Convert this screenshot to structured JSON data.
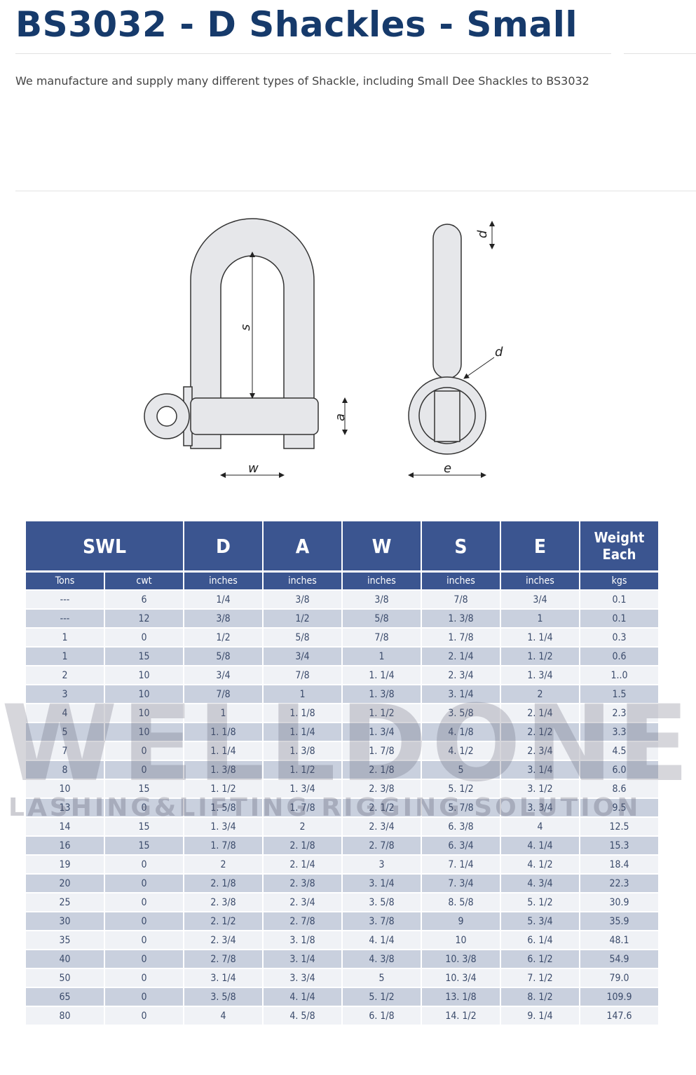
{
  "title": "BS3032 - D Shackles - Small",
  "subtitle": "We manufacture and supply many different types of Shackle, including Small Dee Shackles to BS3032",
  "diagram": {
    "labels": {
      "s": "s",
      "a": "a",
      "w": "w",
      "d_top": "d",
      "d_side": "d",
      "e": "e"
    }
  },
  "watermark": {
    "brand": "WELLDONE",
    "tagline": "LASHING&LIFTING RIGGING SOLUTION"
  },
  "colors": {
    "title": "#163a6b",
    "header": "#3b5590",
    "row_light": "#f0f2f6",
    "row_dark": "#c9d0de"
  },
  "table": {
    "headers": [
      "SWL",
      "D",
      "A",
      "W",
      "S",
      "E",
      "Weight Each"
    ],
    "units": [
      "Tons",
      "cwt",
      "inches",
      "inches",
      "inches",
      "inches",
      "inches",
      "kgs"
    ],
    "rows": [
      [
        "---",
        "6",
        "1/4",
        "3/8",
        "3/8",
        "7/8",
        "3/4",
        "0.1"
      ],
      [
        "---",
        "12",
        "3/8",
        "1/2",
        "5/8",
        "1. 3/8",
        "1",
        "0.1"
      ],
      [
        "1",
        "0",
        "1/2",
        "5/8",
        "7/8",
        "1. 7/8",
        "1. 1/4",
        "0.3"
      ],
      [
        "1",
        "15",
        "5/8",
        "3/4",
        "1",
        "2. 1/4",
        "1. 1/2",
        "0.6"
      ],
      [
        "2",
        "10",
        "3/4",
        "7/8",
        "1. 1/4",
        "2. 3/4",
        "1. 3/4",
        "1..0"
      ],
      [
        "3",
        "10",
        "7/8",
        "1",
        "1. 3/8",
        "3. 1/4",
        "2",
        "1.5"
      ],
      [
        "4",
        "10",
        "1",
        "1. 1/8",
        "1. 1/2",
        "3. 5/8",
        "2. 1/4",
        "2.3"
      ],
      [
        "5",
        "10",
        "1. 1/8",
        "1. 1/4",
        "1. 3/4",
        "4. 1/8",
        "2. 1/2",
        "3.3"
      ],
      [
        "7",
        "0",
        "1. 1/4",
        "1. 3/8",
        "1. 7/8",
        "4. 1/2",
        "2. 3/4",
        "4.5"
      ],
      [
        "8",
        "0",
        "1. 3/8",
        "1. 1/2",
        "2. 1/8",
        "5",
        "3. 1/4",
        "6.0"
      ],
      [
        "10",
        "15",
        "1. 1/2",
        "1. 3/4",
        "2. 3/8",
        "5. 1/2",
        "3. 1/2",
        "8.6"
      ],
      [
        "13",
        "0",
        "1. 5/8",
        "1. 7/8",
        "2. 1/2",
        "5. 7/8",
        "3. 3/4",
        "9.5"
      ],
      [
        "14",
        "15",
        "1. 3/4",
        "2",
        "2. 3/4",
        "6. 3/8",
        "4",
        "12.5"
      ],
      [
        "16",
        "15",
        "1. 7/8",
        "2. 1/8",
        "2. 7/8",
        "6. 3/4",
        "4. 1/4",
        "15.3"
      ],
      [
        "19",
        "0",
        "2",
        "2. 1/4",
        "3",
        "7. 1/4",
        "4. 1/2",
        "18.4"
      ],
      [
        "20",
        "0",
        "2. 1/8",
        "2. 3/8",
        "3. 1/4",
        "7. 3/4",
        "4. 3/4",
        "22.3"
      ],
      [
        "25",
        "0",
        "2. 3/8",
        "2. 3/4",
        "3. 5/8",
        "8. 5/8",
        "5. 1/2",
        "30.9"
      ],
      [
        "30",
        "0",
        "2. 1/2",
        "2. 7/8",
        "3. 7/8",
        "9",
        "5. 3/4",
        "35.9"
      ],
      [
        "35",
        "0",
        "2. 3/4",
        "3. 1/8",
        "4. 1/4",
        "10",
        "6. 1/4",
        "48.1"
      ],
      [
        "40",
        "0",
        "2. 7/8",
        "3. 1/4",
        "4. 3/8",
        "10. 3/8",
        "6. 1/2",
        "54.9"
      ],
      [
        "50",
        "0",
        "3. 1/4",
        "3. 3/4",
        "5",
        "10. 3/4",
        "7. 1/2",
        "79.0"
      ],
      [
        "65",
        "0",
        "3. 5/8",
        "4. 1/4",
        "5. 1/2",
        "13. 1/8",
        "8. 1/2",
        "109.9"
      ],
      [
        "80",
        "0",
        "4",
        "4. 5/8",
        "6. 1/8",
        "14. 1/2",
        "9. 1/4",
        "147.6"
      ]
    ]
  }
}
